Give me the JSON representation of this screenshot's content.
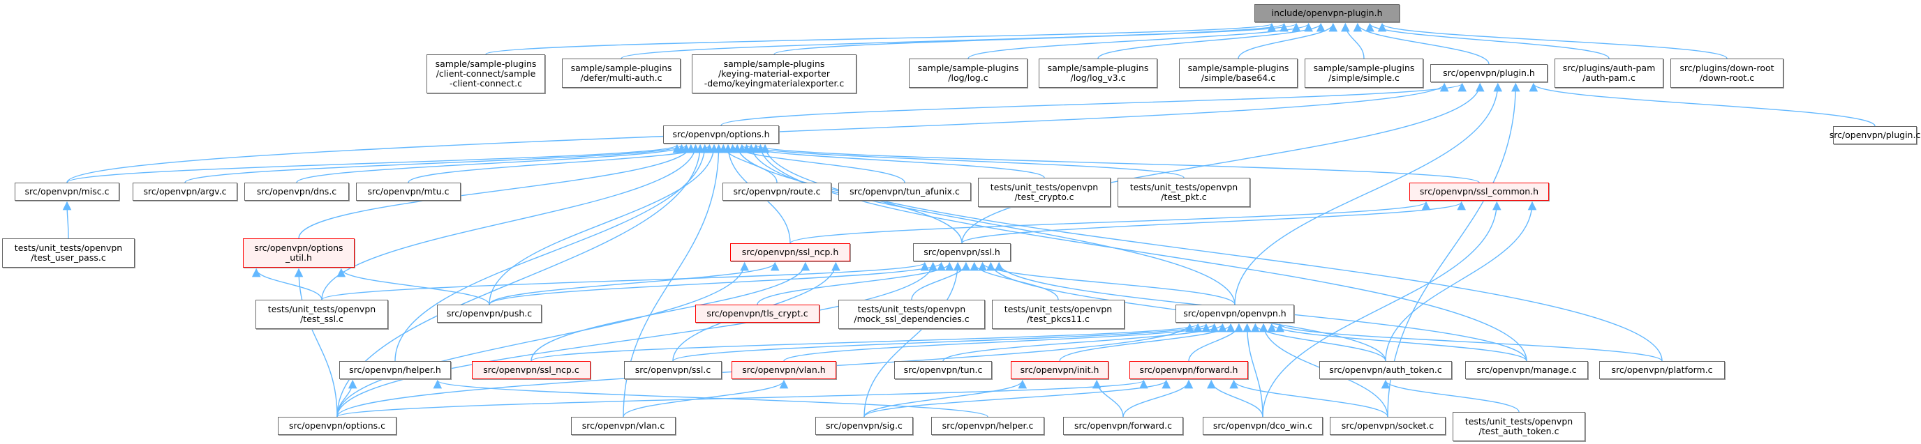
{
  "graph": {
    "title": "include/openvpn-plugin.h",
    "colors": {
      "edge": "#63b8ff",
      "node_border": "#666666",
      "root_fill": "#999999",
      "incomplete_border": "#ff0000",
      "incomplete_fill": "#fff0f0"
    },
    "nodes": [
      {
        "id": "root",
        "label": "include/openvpn-plugin.h",
        "kind": "root"
      },
      {
        "id": "client_connect",
        "label": "sample/sample-plugins\n/client-connect/sample\n-client-connect.c",
        "kind": "normal"
      },
      {
        "id": "multi_auth",
        "label": "sample/sample-plugins\n/defer/multi-auth.c",
        "kind": "normal"
      },
      {
        "id": "keying",
        "label": "sample/sample-plugins\n/keying-material-exporter\n-demo/keyingmaterialexporter.c",
        "kind": "normal"
      },
      {
        "id": "log_c",
        "label": "sample/sample-plugins\n/log/log.c",
        "kind": "normal"
      },
      {
        "id": "log_v3",
        "label": "sample/sample-plugins\n/log/log_v3.c",
        "kind": "normal"
      },
      {
        "id": "base64",
        "label": "sample/sample-plugins\n/simple/base64.c",
        "kind": "normal"
      },
      {
        "id": "simple_c",
        "label": "sample/sample-plugins\n/simple/simple.c",
        "kind": "normal"
      },
      {
        "id": "plugin_h",
        "label": "src/openvpn/plugin.h",
        "kind": "normal"
      },
      {
        "id": "auth_pam",
        "label": "src/plugins/auth-pam\n/auth-pam.c",
        "kind": "normal"
      },
      {
        "id": "down_root",
        "label": "src/plugins/down-root\n/down-root.c",
        "kind": "normal"
      },
      {
        "id": "options_h",
        "label": "src/openvpn/options.h",
        "kind": "normal"
      },
      {
        "id": "plugin_c",
        "label": "src/openvpn/plugin.c",
        "kind": "normal"
      },
      {
        "id": "misc_c",
        "label": "src/openvpn/misc.c",
        "kind": "normal"
      },
      {
        "id": "argv_c",
        "label": "src/openvpn/argv.c",
        "kind": "normal"
      },
      {
        "id": "dns_c",
        "label": "src/openvpn/dns.c",
        "kind": "normal"
      },
      {
        "id": "mtu_c",
        "label": "src/openvpn/mtu.c",
        "kind": "normal"
      },
      {
        "id": "route_c",
        "label": "src/openvpn/route.c",
        "kind": "normal"
      },
      {
        "id": "tun_afunix",
        "label": "src/openvpn/tun_afunix.c",
        "kind": "normal"
      },
      {
        "id": "test_crypto",
        "label": "tests/unit_tests/openvpn\n/test_crypto.c",
        "kind": "normal"
      },
      {
        "id": "test_pkt",
        "label": "tests/unit_tests/openvpn\n/test_pkt.c",
        "kind": "normal"
      },
      {
        "id": "ssl_common",
        "label": "src/openvpn/ssl_common.h",
        "kind": "incomplete"
      },
      {
        "id": "test_user_pass",
        "label": "tests/unit_tests/openvpn\n/test_user_pass.c",
        "kind": "normal"
      },
      {
        "id": "options_util",
        "label": "src/openvpn/options\n_util.h",
        "kind": "incomplete"
      },
      {
        "id": "ssl_ncp_h",
        "label": "src/openvpn/ssl_ncp.h",
        "kind": "incomplete"
      },
      {
        "id": "ssl_h",
        "label": "src/openvpn/ssl.h",
        "kind": "normal"
      },
      {
        "id": "test_ssl",
        "label": "tests/unit_tests/openvpn\n/test_ssl.c",
        "kind": "normal"
      },
      {
        "id": "push_c",
        "label": "src/openvpn/push.c",
        "kind": "normal"
      },
      {
        "id": "tls_crypt",
        "label": "src/openvpn/tls_crypt.c",
        "kind": "incomplete"
      },
      {
        "id": "mock_ssl",
        "label": "tests/unit_tests/openvpn\n/mock_ssl_dependencies.c",
        "kind": "normal"
      },
      {
        "id": "test_pkcs11",
        "label": "tests/unit_tests/openvpn\n/test_pkcs11.c",
        "kind": "normal"
      },
      {
        "id": "openvpn_h",
        "label": "src/openvpn/openvpn.h",
        "kind": "normal"
      },
      {
        "id": "helper_h",
        "label": "src/openvpn/helper.h",
        "kind": "normal"
      },
      {
        "id": "ssl_ncp_c",
        "label": "src/openvpn/ssl_ncp.c",
        "kind": "incomplete"
      },
      {
        "id": "ssl_c",
        "label": "src/openvpn/ssl.c",
        "kind": "normal"
      },
      {
        "id": "vlan_h",
        "label": "src/openvpn/vlan.h",
        "kind": "incomplete"
      },
      {
        "id": "tun_c",
        "label": "src/openvpn/tun.c",
        "kind": "normal"
      },
      {
        "id": "init_h",
        "label": "src/openvpn/init.h",
        "kind": "incomplete"
      },
      {
        "id": "forward_h",
        "label": "src/openvpn/forward.h",
        "kind": "incomplete"
      },
      {
        "id": "auth_token",
        "label": "src/openvpn/auth_token.c",
        "kind": "normal"
      },
      {
        "id": "manage_c",
        "label": "src/openvpn/manage.c",
        "kind": "normal"
      },
      {
        "id": "platform_c",
        "label": "src/openvpn/platform.c",
        "kind": "normal"
      },
      {
        "id": "options_c",
        "label": "src/openvpn/options.c",
        "kind": "normal"
      },
      {
        "id": "vlan_c",
        "label": "src/openvpn/vlan.c",
        "kind": "normal"
      },
      {
        "id": "sig_c",
        "label": "src/openvpn/sig.c",
        "kind": "normal"
      },
      {
        "id": "helper_c",
        "label": "src/openvpn/helper.c",
        "kind": "normal"
      },
      {
        "id": "forward_c",
        "label": "src/openvpn/forward.c",
        "kind": "normal"
      },
      {
        "id": "dco_win",
        "label": "src/openvpn/dco_win.c",
        "kind": "normal"
      },
      {
        "id": "socket_c",
        "label": "src/openvpn/socket.c",
        "kind": "normal"
      },
      {
        "id": "test_auth_token",
        "label": "tests/unit_tests/openvpn\n/test_auth_token.c",
        "kind": "normal"
      }
    ],
    "edges": [
      [
        "client_connect",
        "root"
      ],
      [
        "multi_auth",
        "root"
      ],
      [
        "keying",
        "root"
      ],
      [
        "log_c",
        "root"
      ],
      [
        "log_v3",
        "root"
      ],
      [
        "base64",
        "root"
      ],
      [
        "simple_c",
        "root"
      ],
      [
        "plugin_h",
        "root"
      ],
      [
        "auth_pam",
        "root"
      ],
      [
        "down_root",
        "root"
      ],
      [
        "options_h",
        "plugin_h"
      ],
      [
        "misc_c",
        "plugin_h"
      ],
      [
        "ssl_h",
        "plugin_h"
      ],
      [
        "openvpn_h",
        "plugin_h"
      ],
      [
        "plugin_c",
        "plugin_h"
      ],
      [
        "socket_c",
        "plugin_h"
      ],
      [
        "misc_c",
        "options_h"
      ],
      [
        "argv_c",
        "options_h"
      ],
      [
        "dns_c",
        "options_h"
      ],
      [
        "mtu_c",
        "options_h"
      ],
      [
        "route_c",
        "options_h"
      ],
      [
        "tun_afunix",
        "options_h"
      ],
      [
        "test_crypto",
        "options_h"
      ],
      [
        "test_pkt",
        "options_h"
      ],
      [
        "ssl_common",
        "options_h"
      ],
      [
        "options_util",
        "options_h"
      ],
      [
        "ssl_ncp_h",
        "options_h"
      ],
      [
        "ssl_h",
        "options_h"
      ],
      [
        "test_ssl",
        "options_h"
      ],
      [
        "push_c",
        "options_h"
      ],
      [
        "helper_h",
        "options_h"
      ],
      [
        "openvpn_h",
        "options_h"
      ],
      [
        "options_c",
        "options_h"
      ],
      [
        "vlan_c",
        "options_h"
      ],
      [
        "manage_c",
        "options_h"
      ],
      [
        "platform_c",
        "options_h"
      ],
      [
        "test_user_pass",
        "misc_c"
      ],
      [
        "test_ssl",
        "options_util"
      ],
      [
        "push_c",
        "options_util"
      ],
      [
        "options_c",
        "options_util"
      ],
      [
        "ssl_h",
        "ssl_common"
      ],
      [
        "ssl_ncp_h",
        "ssl_common"
      ],
      [
        "auth_token",
        "ssl_common"
      ],
      [
        "dco_win",
        "ssl_common"
      ],
      [
        "push_c",
        "ssl_ncp_h"
      ],
      [
        "ssl_ncp_c",
        "ssl_ncp_h"
      ],
      [
        "ssl_c",
        "ssl_ncp_h"
      ],
      [
        "options_c",
        "ssl_ncp_h"
      ],
      [
        "test_ssl",
        "ssl_h"
      ],
      [
        "push_c",
        "ssl_h"
      ],
      [
        "tls_crypt",
        "ssl_h"
      ],
      [
        "mock_ssl",
        "ssl_h"
      ],
      [
        "test_pkcs11",
        "ssl_h"
      ],
      [
        "openvpn_h",
        "ssl_h"
      ],
      [
        "auth_token",
        "ssl_h"
      ],
      [
        "manage_c",
        "ssl_h"
      ],
      [
        "options_c",
        "ssl_h"
      ],
      [
        "sig_c",
        "ssl_h"
      ],
      [
        "ssl_ncp_c",
        "openvpn_h"
      ],
      [
        "ssl_c",
        "openvpn_h"
      ],
      [
        "vlan_h",
        "openvpn_h"
      ],
      [
        "tun_c",
        "openvpn_h"
      ],
      [
        "init_h",
        "openvpn_h"
      ],
      [
        "forward_h",
        "openvpn_h"
      ],
      [
        "auth_token",
        "openvpn_h"
      ],
      [
        "manage_c",
        "openvpn_h"
      ],
      [
        "platform_c",
        "openvpn_h"
      ],
      [
        "dco_win",
        "openvpn_h"
      ],
      [
        "socket_c",
        "openvpn_h"
      ],
      [
        "options_c",
        "openvpn_h"
      ],
      [
        "options_c",
        "helper_h"
      ],
      [
        "helper_c",
        "helper_h"
      ],
      [
        "vlan_c",
        "vlan_h"
      ],
      [
        "sig_c",
        "init_h"
      ],
      [
        "forward_c",
        "init_h"
      ],
      [
        "options_c",
        "forward_h"
      ],
      [
        "sig_c",
        "forward_h"
      ],
      [
        "forward_c",
        "forward_h"
      ],
      [
        "dco_win",
        "forward_h"
      ],
      [
        "socket_c",
        "forward_h"
      ],
      [
        "test_auth_token",
        "auth_token"
      ]
    ]
  }
}
